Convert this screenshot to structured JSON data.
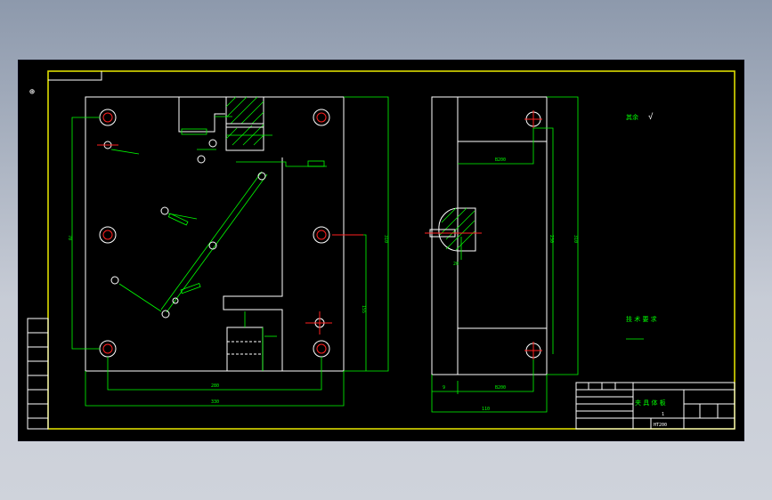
{
  "drawing": {
    "title_block": {
      "part_name": "夹 具 体 板",
      "material": "HT200",
      "scale": "1"
    },
    "tech_requirements": {
      "heading": "技 术 要 求",
      "item1": "其余"
    },
    "dimensions": {
      "overall_width": "330",
      "hole_spacing": "280",
      "overall_height": "310",
      "left_height": "70",
      "right_155": "155",
      "side_width": "110",
      "side_height": "310",
      "side_230": "230",
      "side_b200": "B200",
      "side_b200b": "B200",
      "side_9": "9",
      "side_20": "20"
    },
    "colors": {
      "background": "#000000",
      "frame": "#dddd00",
      "lines": "#00ff00",
      "outline": "#ffffff",
      "center": "#ff2020"
    }
  }
}
